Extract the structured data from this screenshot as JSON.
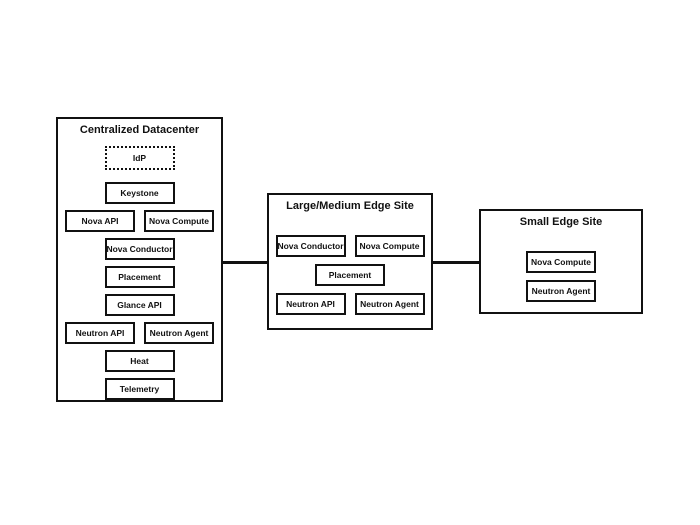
{
  "canvas": {
    "background_color": "#ffffff",
    "line_color": "#111111"
  },
  "sites": [
    {
      "title": "Centralized Datacenter",
      "components": [
        "IdP",
        "Keystone",
        "Nova API",
        "Nova Compute",
        "Nova Conductor",
        "Placement",
        "Glance API",
        "Neutron API",
        "Neutron Agent",
        "Heat",
        "Telemetry"
      ]
    },
    {
      "title": "Large/Medium Edge Site",
      "components": [
        "Nova Conductor",
        "Nova Compute",
        "Placement",
        "Neutron API",
        "Neutron Agent"
      ]
    },
    {
      "title": "Small Edge Site",
      "components": [
        "Nova Compute",
        "Neutron Agent"
      ]
    }
  ]
}
